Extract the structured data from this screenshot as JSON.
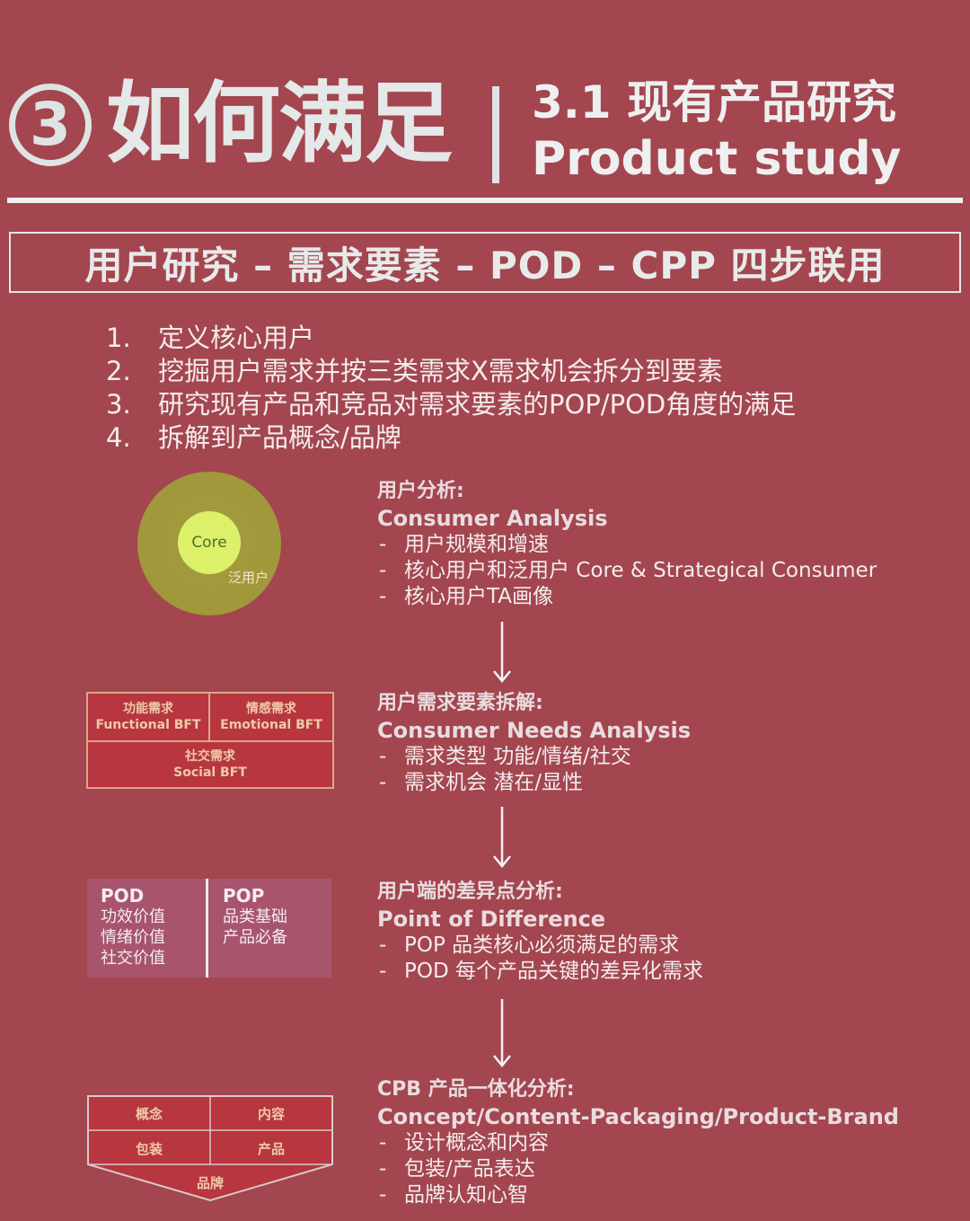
{
  "header": {
    "number": "3",
    "title": "如何满足",
    "subtitle_zh": "3.1 现有产品研究",
    "subtitle_en": "Product study"
  },
  "banner": "用户研究 – 需求要素 – POD – CPP  四步联用",
  "steps": [
    {
      "num": "1.",
      "text": "定义核心用户"
    },
    {
      "num": "2.",
      "text": "挖掘用户需求并按三类需求X需求机会拆分到要素"
    },
    {
      "num": "3.",
      "text": "研究现有产品和竞品对需求要素的POP/POD角度的满足"
    },
    {
      "num": "4.",
      "text": "拆解到产品概念/品牌"
    }
  ],
  "sections": [
    {
      "title_zh": "用户分析:",
      "title_en": "Consumer Analysis",
      "bullets": [
        "用户规模和增速",
        "核心用户和泛用户 Core & Strategical Consumer",
        "核心用户TA画像"
      ]
    },
    {
      "title_zh": "用户需求要素拆解:",
      "title_en": "Consumer Needs Analysis",
      "bullets": [
        "需求类型 功能/情绪/社交",
        "需求机会 潜在/显性"
      ]
    },
    {
      "title_zh": "用户端的差异点分析:",
      "title_en": "Point of Difference",
      "bullets": [
        "POP 品类核心必须满足的需求",
        "POD 每个产品关键的差异化需求"
      ]
    },
    {
      "title_zh": "CPB 产品一体化分析:",
      "title_en": "Concept/Content-Packaging/Product-Brand",
      "bullets": [
        "设计概念和内容",
        "包装/产品表达",
        "品牌认知心智"
      ]
    }
  ],
  "bullet_dash": "-",
  "circle_diagram": {
    "inner": "Core",
    "outer": "泛用户"
  },
  "needs_grid": {
    "functional_zh": "功能需求",
    "functional_en": "Functional BFT",
    "emotional_zh": "情感需求",
    "emotional_en": "Emotional BFT",
    "social_zh": "社交需求",
    "social_en": "Social BFT"
  },
  "pod_pop": {
    "pod_title": "POD",
    "pod_lines": [
      "功效价值",
      "情绪价值",
      "社交价值"
    ],
    "pop_title": "POP",
    "pop_lines": [
      "品类基础",
      "产品必备"
    ]
  },
  "cpb": {
    "concept": "概念",
    "content": "内容",
    "packaging": "包装",
    "product": "产品",
    "brand": "品牌"
  },
  "colors": {
    "background": "#a3464f",
    "accent_box": "#b73640",
    "pod_box": "#a8546d",
    "core": "#dcf06a",
    "outer_ring": "#a0983a"
  }
}
